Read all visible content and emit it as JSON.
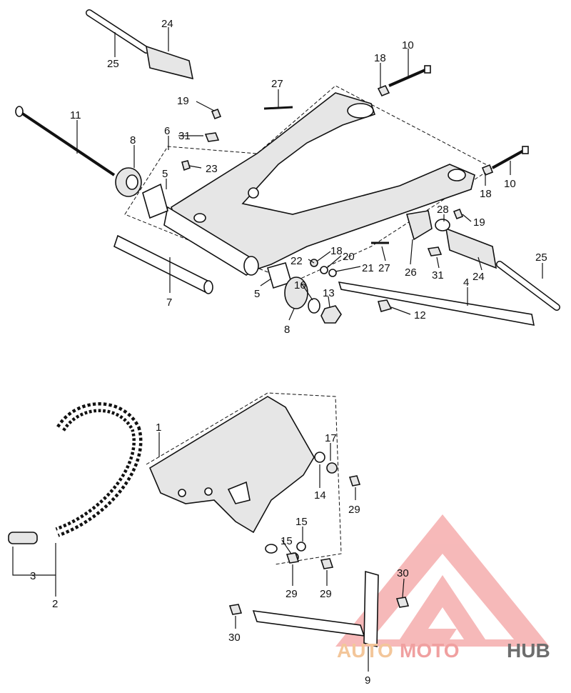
{
  "callouts": [
    {
      "n": "24"
    },
    {
      "n": "25"
    },
    {
      "n": "18"
    },
    {
      "n": "10"
    },
    {
      "n": "27"
    },
    {
      "n": "19"
    },
    {
      "n": "11"
    },
    {
      "n": "6"
    },
    {
      "n": "31"
    },
    {
      "n": "8"
    },
    {
      "n": "5"
    },
    {
      "n": "23"
    },
    {
      "n": "10"
    },
    {
      "n": "18"
    },
    {
      "n": "28"
    },
    {
      "n": "19"
    },
    {
      "n": "22"
    },
    {
      "n": "18"
    },
    {
      "n": "20"
    },
    {
      "n": "21"
    },
    {
      "n": "27"
    },
    {
      "n": "26"
    },
    {
      "n": "31"
    },
    {
      "n": "24"
    },
    {
      "n": "25"
    },
    {
      "n": "5"
    },
    {
      "n": "16"
    },
    {
      "n": "13"
    },
    {
      "n": "4"
    },
    {
      "n": "7"
    },
    {
      "n": "12"
    },
    {
      "n": "8"
    },
    {
      "n": "1"
    },
    {
      "n": "17"
    },
    {
      "n": "14"
    },
    {
      "n": "29"
    },
    {
      "n": "15"
    },
    {
      "n": "15"
    },
    {
      "n": "3"
    },
    {
      "n": "2"
    },
    {
      "n": "29"
    },
    {
      "n": "29"
    },
    {
      "n": "30"
    },
    {
      "n": "30"
    },
    {
      "n": "9"
    }
  ],
  "watermark": {
    "auto": "AUTO",
    "moto": "MOTO",
    "hub": "HUB",
    "logo_color": "#f08080"
  }
}
